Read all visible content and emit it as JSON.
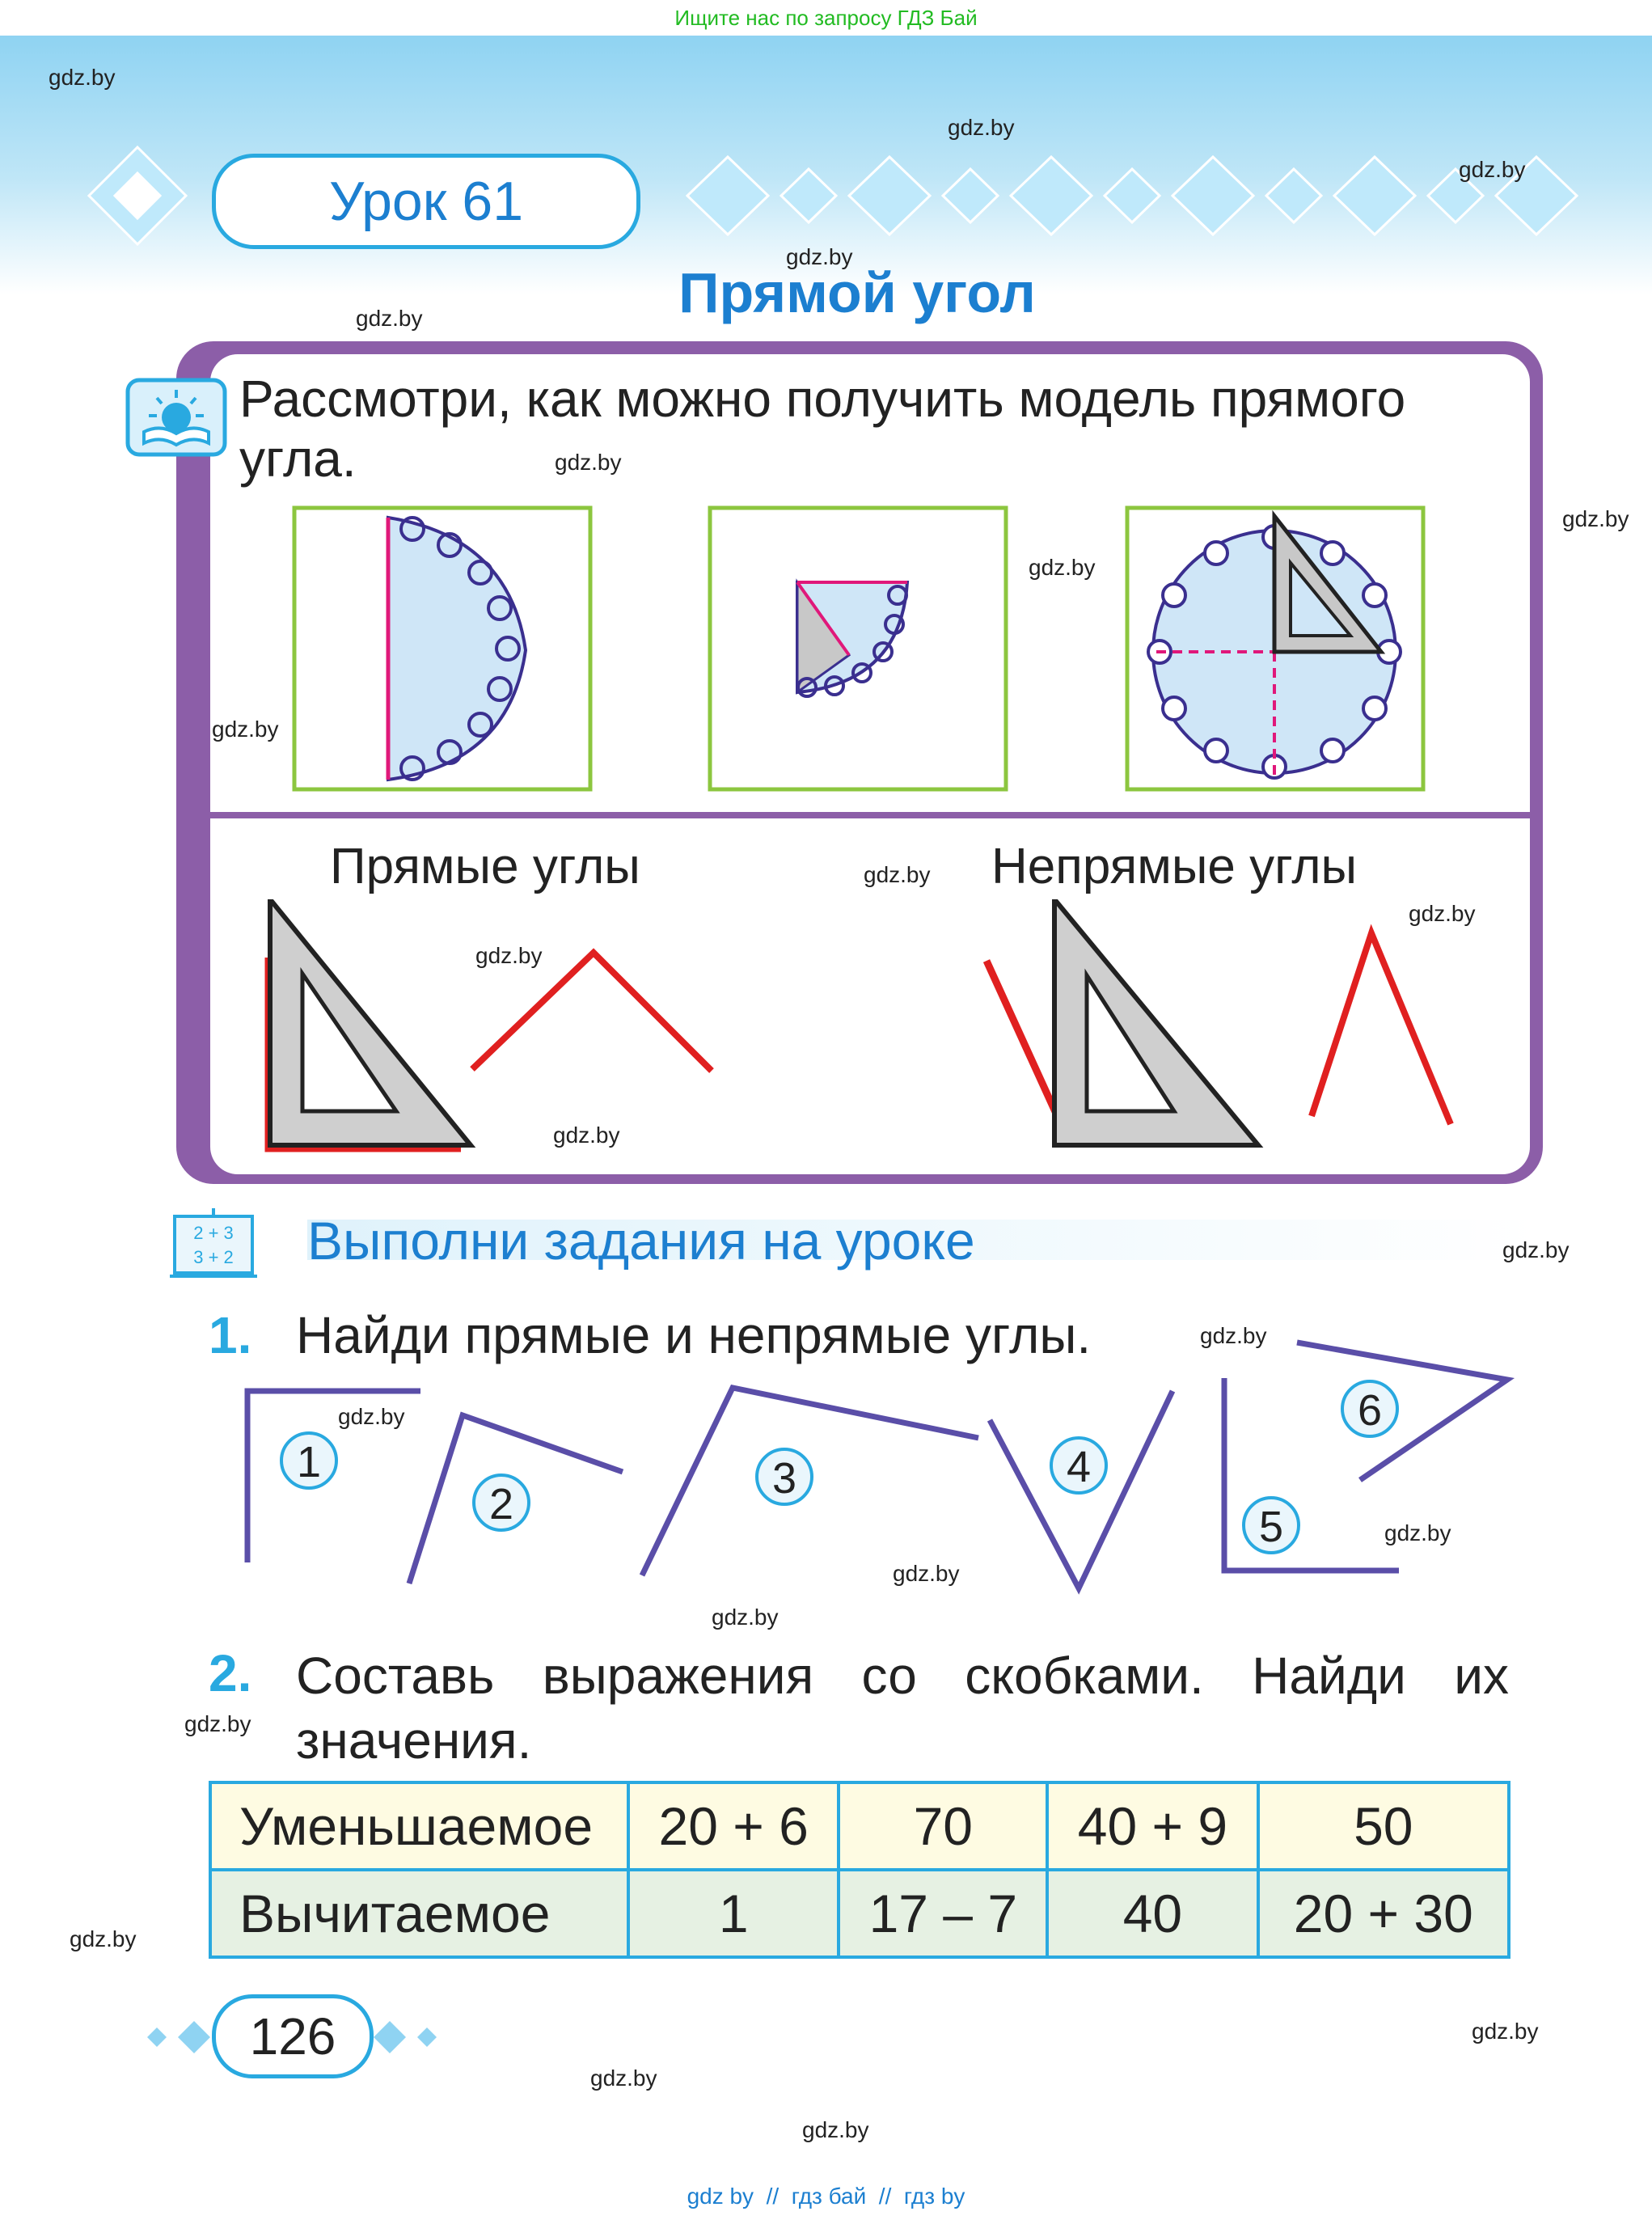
{
  "top_banner": "Ищите нас по запросу ГДЗ Бай",
  "watermark": "gdz.by",
  "lesson": "Урок 61",
  "title": "Прямой угол",
  "intro": "Рассмотри, как можно получить модель прямого угла.",
  "right_angles_label": "Прямые углы",
  "non_right_angles_label": "Непрямые углы",
  "do_tasks": "Выполни задания на уроке",
  "board_lines": [
    "2 + 3",
    "3 + 2"
  ],
  "task1": {
    "num": "1.",
    "text": "Найди прямые и непрямые углы."
  },
  "angle_numbers": [
    "1",
    "2",
    "3",
    "4",
    "5",
    "6"
  ],
  "task2": {
    "num": "2.",
    "text": "Составь выражения со скобками. Найди их значения."
  },
  "table": {
    "rows": [
      {
        "label": "Уменьшаемое",
        "cells": [
          "20 + 6",
          "70",
          "40 + 9",
          "50"
        ]
      },
      {
        "label": "Вычитаемое",
        "cells": [
          "1",
          "17 – 7",
          "40",
          "20 + 30"
        ]
      }
    ]
  },
  "page_number": "126",
  "footer": "gdz by  //  гдз бай  //  гдз by",
  "colors": {
    "accent_blue": "#1c7fd0",
    "frame_purple": "#8c5ea8",
    "angle_red": "#e02020",
    "angle_navy": "#5a4ea8"
  }
}
